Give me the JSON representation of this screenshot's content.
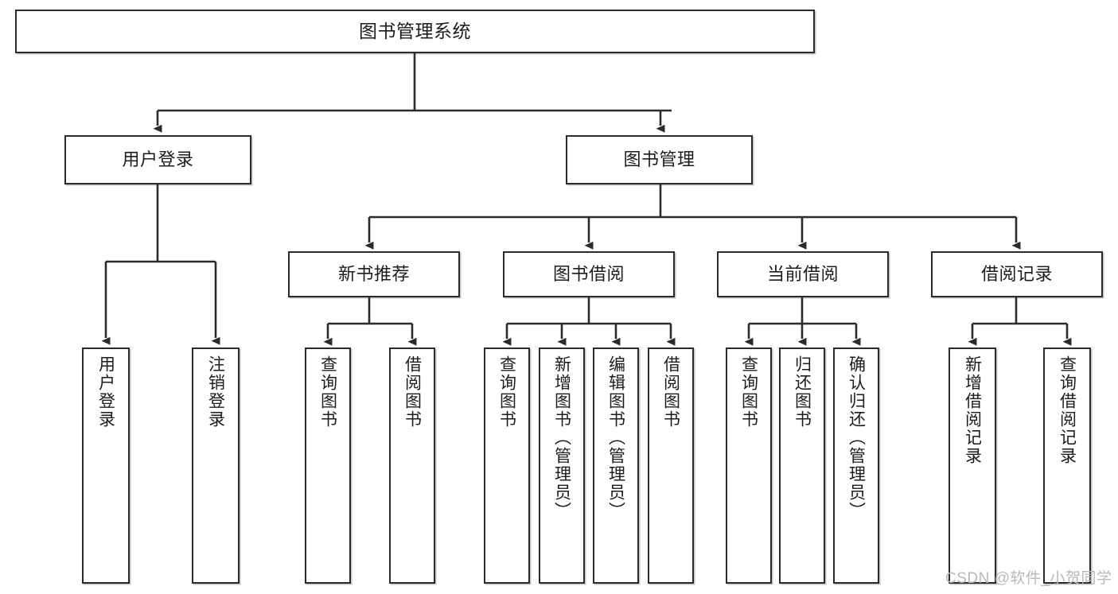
{
  "diagram": {
    "title": "图书管理系统",
    "type": "tree-hierarchy",
    "watermark": "CSDN @软件_小贺同学",
    "colors": {
      "node_border": "#2b2b2b",
      "node_fill": "#ffffff",
      "edge": "#2b2b2b",
      "text": "#1c1c1c",
      "watermark": "#b9b9b9",
      "background": "#ffffff"
    }
  },
  "nodes": {
    "root": {
      "label": "图书管理系统",
      "level": 1,
      "orientation": "horizontal"
    },
    "level2": [
      {
        "id": "user-login",
        "label": "用户登录",
        "orientation": "horizontal"
      },
      {
        "id": "book-manage",
        "label": "图书管理",
        "orientation": "horizontal"
      }
    ],
    "level3": [
      {
        "id": "new-book-recommend",
        "label": "新书推荐",
        "orientation": "horizontal",
        "parent": "book-manage"
      },
      {
        "id": "book-borrow",
        "label": "图书借阅",
        "orientation": "horizontal",
        "parent": "book-manage"
      },
      {
        "id": "current-borrow",
        "label": "当前借阅",
        "orientation": "horizontal",
        "parent": "book-manage"
      },
      {
        "id": "borrow-record",
        "label": "借阅记录",
        "orientation": "horizontal",
        "parent": "book-manage"
      }
    ],
    "leaves": [
      {
        "id": "leaf-user-login",
        "label": "用户登录",
        "parent": "user-login",
        "orientation": "vertical"
      },
      {
        "id": "leaf-logout",
        "label": "注销登录",
        "parent": "user-login",
        "orientation": "vertical"
      },
      {
        "id": "leaf-query-book-1",
        "label": "查询图书",
        "parent": "new-book-recommend",
        "orientation": "vertical"
      },
      {
        "id": "leaf-borrow-book-1",
        "label": "借阅图书",
        "parent": "new-book-recommend",
        "orientation": "vertical"
      },
      {
        "id": "leaf-query-book-2",
        "label": "查询图书",
        "parent": "book-borrow",
        "orientation": "vertical"
      },
      {
        "id": "leaf-add-book",
        "label": "新增图书（管理员）",
        "parent": "book-borrow",
        "orientation": "vertical"
      },
      {
        "id": "leaf-edit-book",
        "label": "编辑图书（管理员）",
        "parent": "book-borrow",
        "orientation": "vertical"
      },
      {
        "id": "leaf-borrow-book-2",
        "label": "借阅图书",
        "parent": "book-borrow",
        "orientation": "vertical"
      },
      {
        "id": "leaf-query-book-3",
        "label": "查询图书",
        "parent": "current-borrow",
        "orientation": "vertical"
      },
      {
        "id": "leaf-return-book",
        "label": "归还图书",
        "parent": "current-borrow",
        "orientation": "vertical"
      },
      {
        "id": "leaf-confirm-return",
        "label": "确认归还（管理员）",
        "parent": "current-borrow",
        "orientation": "vertical"
      },
      {
        "id": "leaf-add-record",
        "label": "新增借阅记录",
        "parent": "borrow-record",
        "orientation": "vertical"
      },
      {
        "id": "leaf-query-record",
        "label": "查询借阅记录",
        "parent": "borrow-record",
        "orientation": "vertical"
      }
    ]
  }
}
